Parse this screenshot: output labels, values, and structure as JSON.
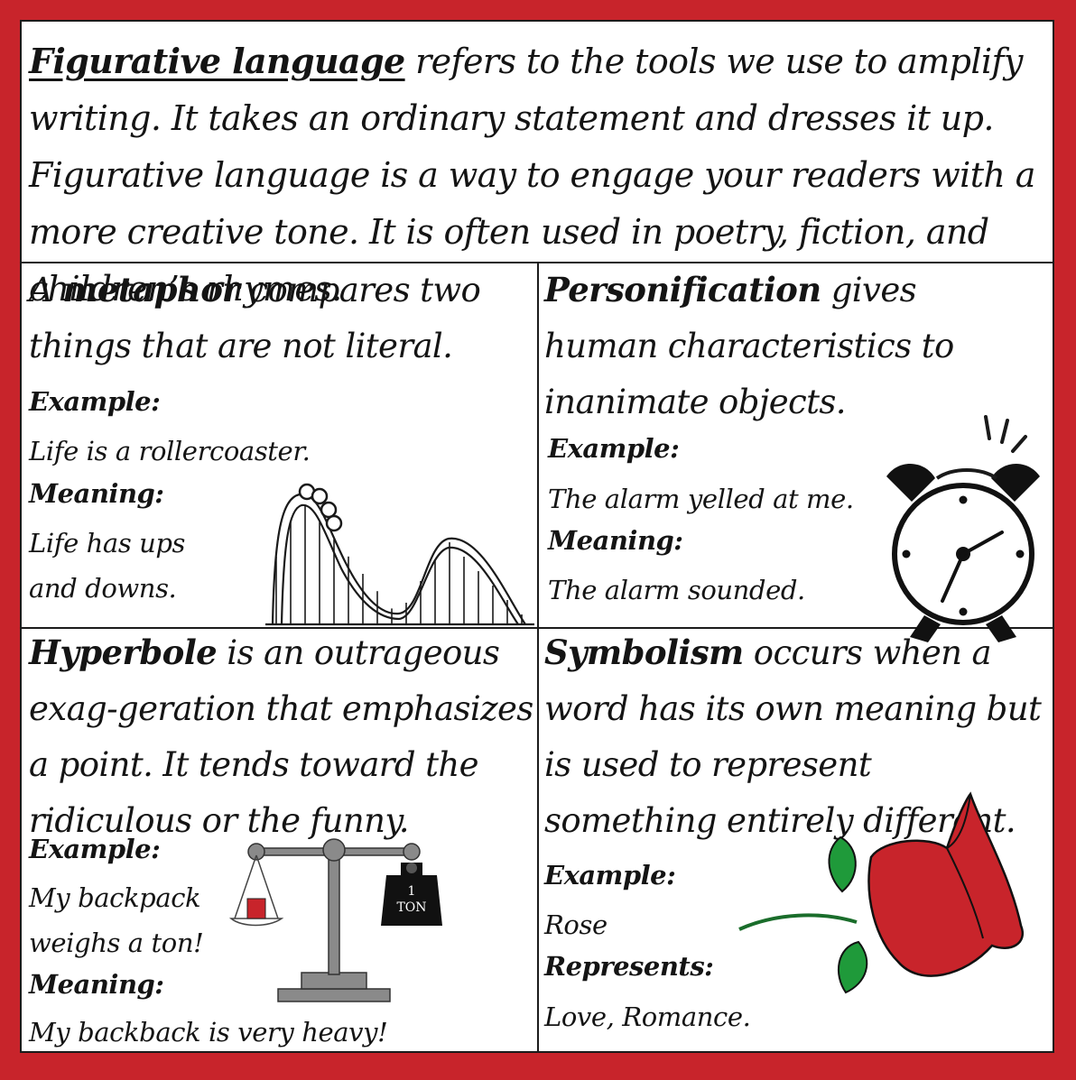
{
  "intro": {
    "term": "Figurative language",
    "text": " refers to the tools we use to amplify writing. It takes an ordinary statement and dresses it up. Figurative language is a way to engage your readers with a more creative tone. It is often used in poetry, fiction, and children’s rhymes."
  },
  "metaphor": {
    "lead": "A ",
    "term": "metaphor",
    "text": " compares two things that are not literal.",
    "example_label": "Example:",
    "example": "Life is a rollercoaster.",
    "meaning_label": "Meaning:",
    "meaning_line1": "Life has ups",
    "meaning_line2": "and downs.",
    "icon": "rollercoaster-icon"
  },
  "personification": {
    "term": "Personification",
    "text": " gives human characteristics to inanimate objects.",
    "example_label": "Example:",
    "example": "The alarm yelled at me.",
    "meaning_label": "Meaning:",
    "meaning": "The alarm sounded.",
    "icon": "alarm-clock-icon"
  },
  "hyperbole": {
    "term": "Hyperbole",
    "text": " is an outrageous exag-geration that emphasizes a point. It tends toward the ridiculous or the funny.",
    "example_label": "Example:",
    "example_line1": "My backpack",
    "example_line2": "weighs a ton!",
    "meaning_label": "Meaning:",
    "meaning": "My backback is very heavy!",
    "weight_line1": "1",
    "weight_line2": "TON",
    "icon": "balance-scale-icon"
  },
  "symbolism": {
    "term": "Symbolism",
    "text": " occurs when a word has its own meaning but is used to represent something entirely different.",
    "example_label": "Example:",
    "example": "Rose",
    "represents_label": "Represents:",
    "represents": "Love, Romance.",
    "icon": "rose-icon"
  },
  "colors": {
    "border": "#c8242b",
    "rose": "#c8242b",
    "leaf": "#1f9a3a",
    "weight": "#111111",
    "scale": "#8a8a8a"
  }
}
